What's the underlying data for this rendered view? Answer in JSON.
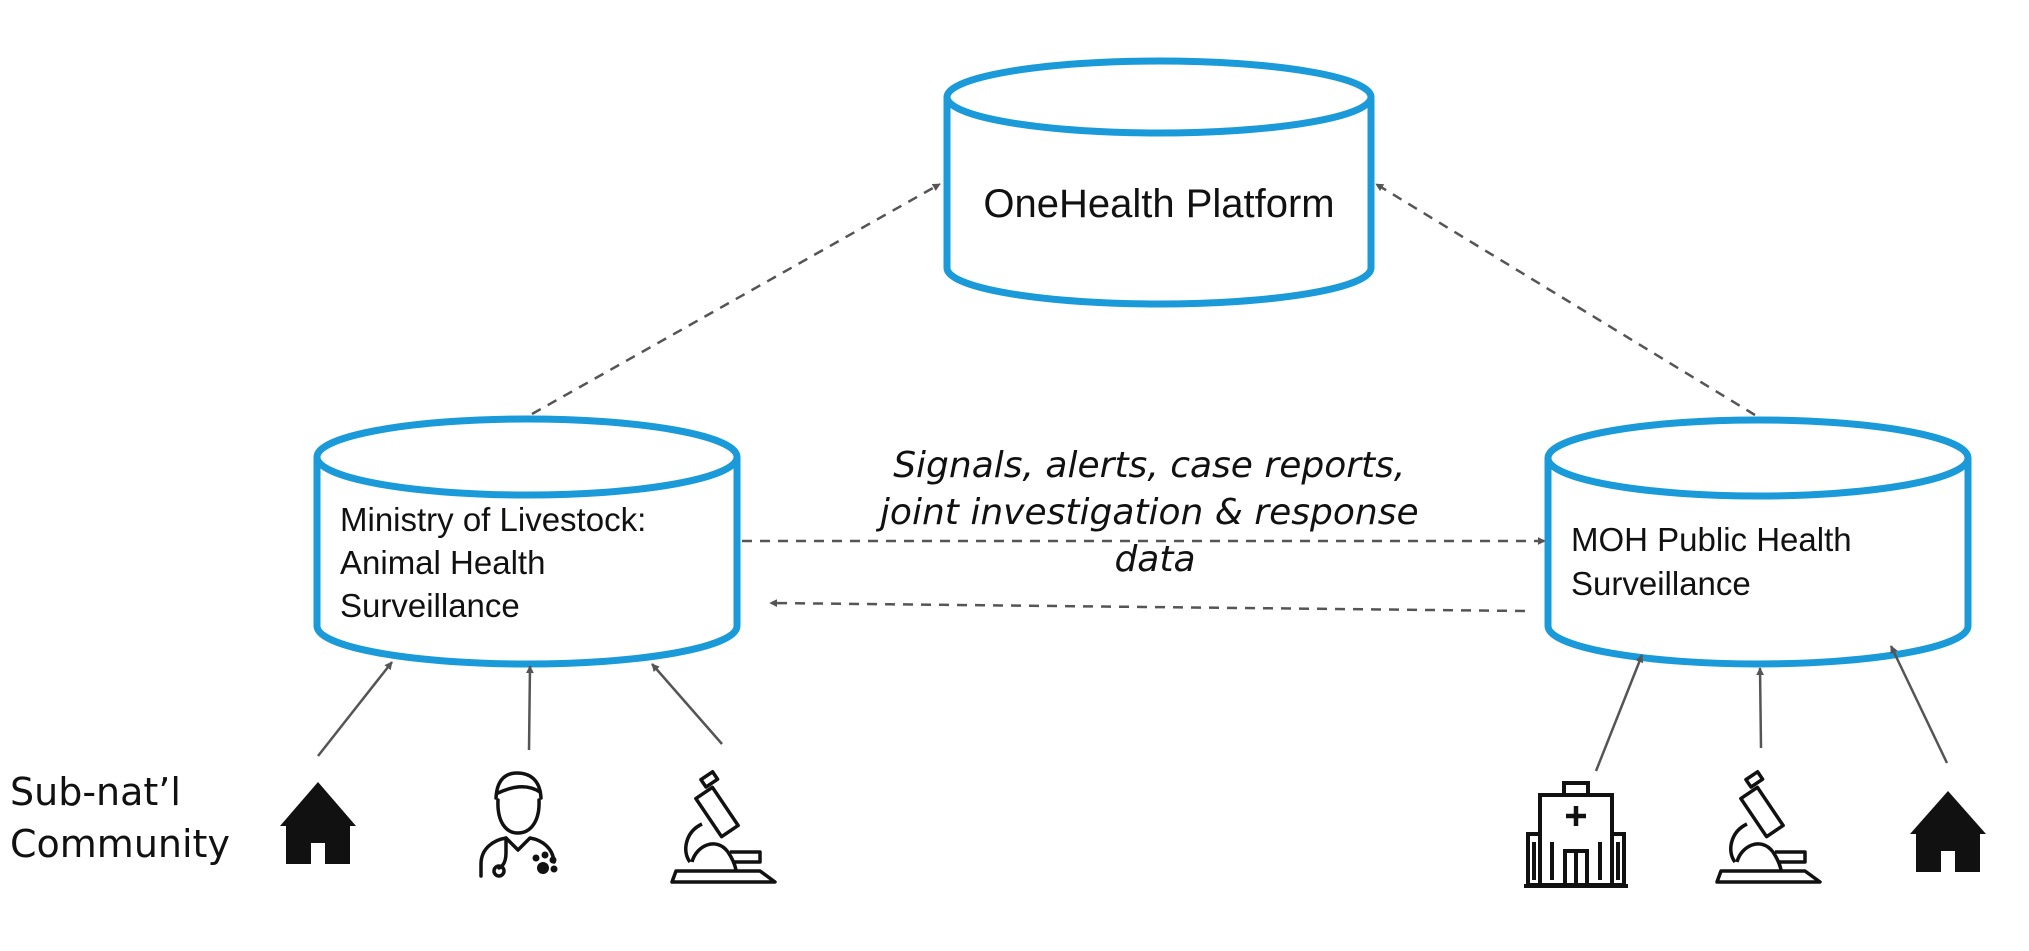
{
  "diagram": {
    "platform": {
      "label": "OneHealth Platform"
    },
    "animal_health": {
      "lines": [
        "Ministry of Livestock:",
        "Animal Health",
        "Surveillance"
      ]
    },
    "public_health": {
      "lines": [
        "MOH Public Health",
        "Surveillance"
      ]
    },
    "exchange": {
      "lines": [
        "Signals, alerts, case reports,",
        "joint investigation & response",
        "data"
      ]
    },
    "community": {
      "lines": [
        "Sub-nat’l",
        "Community"
      ]
    },
    "colors": {
      "cylinder": "#1a9ad9",
      "arrow": "#555555",
      "icon": "#111111"
    },
    "icons": [
      "hut-icon",
      "vet-doctor-icon",
      "microscope-icon",
      "hospital-icon",
      "microscope-icon",
      "hut-icon"
    ]
  }
}
